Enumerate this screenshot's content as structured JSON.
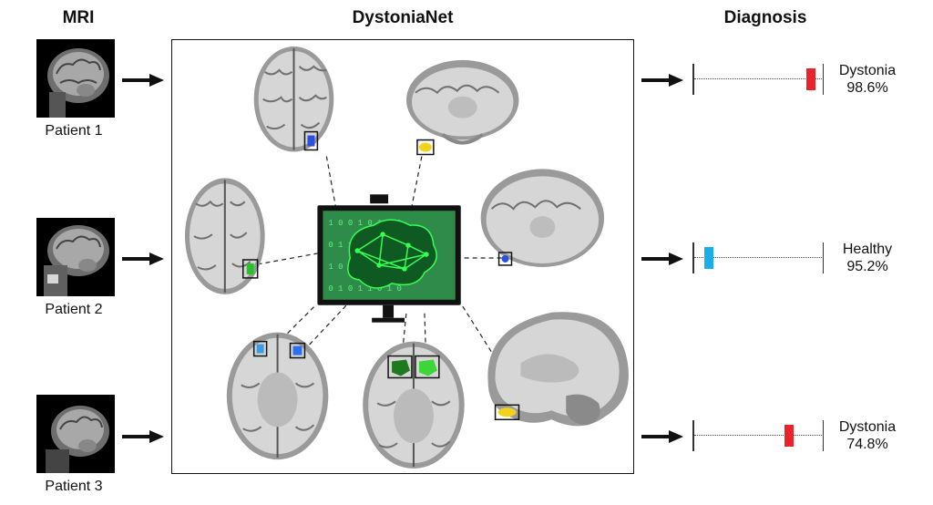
{
  "headers": {
    "mri": "MRI",
    "net": "DystoniaNet",
    "diagnosis": "Diagnosis"
  },
  "patients": [
    {
      "label": "Patient 1",
      "diagnosis": "Dystonia",
      "confidence": "98.6%",
      "marker_position": 0.93,
      "marker_color": "#e8232a"
    },
    {
      "label": "Patient 2",
      "diagnosis": "Healthy",
      "confidence": "95.2%",
      "marker_position": 0.1,
      "marker_color": "#19aee8"
    },
    {
      "label": "Patient 3",
      "diagnosis": "Dystonia",
      "confidence": "74.8%",
      "marker_position": 0.75,
      "marker_color": "#e8232a"
    }
  ],
  "screen_digits": [
    "1 0 0 1 0 1 0 1",
    "0 1 1 0 1 0 0 1",
    "1 0 1 0 0 1 1 0",
    "0 1 0 1 1 0 1 0"
  ],
  "colors": {
    "screen_bg": "#2e8b4a",
    "brain_line": "#33ff55",
    "roi_blue": "#2b4fe0",
    "roi_yellow": "#f2d21b",
    "roi_green": "#26c22a",
    "roi_dark_green": "#1e7a20",
    "roi_light_blue": "#3a9de8"
  }
}
